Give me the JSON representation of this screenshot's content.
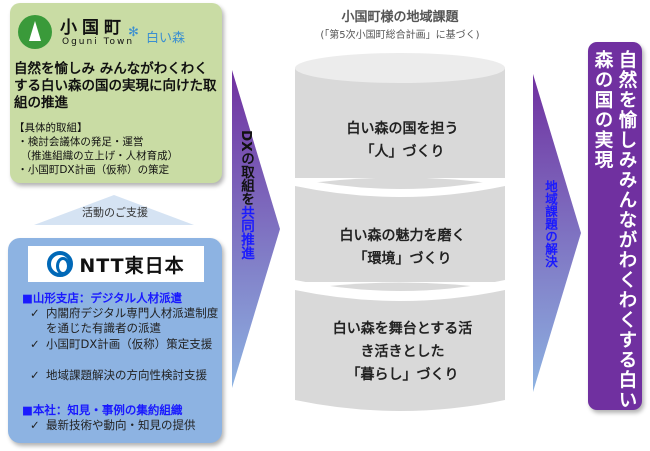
{
  "town": {
    "name": "小国町",
    "name_en": "Oguni Town",
    "brand": "白い森",
    "title": "自然を愉しみ みんながわくわくする白い森の国の実現に向けた取組の推進",
    "detail": "【具体的取組】\n ・検討会議体の発足・運営\n  （推進組織の立上げ・人材育成）\n ・小国町DX計画（仮称）の策定"
  },
  "support_label": "活動のご支援",
  "ntt": {
    "name": "NTT東日本",
    "sections": [
      {
        "title": "■山形支店：デジタル人材派遣",
        "items": [
          "内閣府デジタル専門人材派遣制度を通じた有識者の派遣",
          "小国町DX計画（仮称）策定支援",
          "地域課題解決の方向性検討支援"
        ]
      },
      {
        "title": "■本社：知見・事例の集約組織",
        "items": [
          "最新技術や動向・知見の提供"
        ]
      }
    ]
  },
  "dx_arrow": {
    "text_a": "DXの取組を",
    "text_b": "共同推進"
  },
  "issues": {
    "title": "小国町様の地域課題",
    "subtitle": "(「第5次小国町総合計画」に基づく)",
    "layers": [
      "白い森の国を担う\n「人」づくり",
      "白い森の魅力を磨く\n「環境」づくり",
      "白い森を舞台とする活\nき活きとした\n「暮らし」づくり"
    ]
  },
  "solve_arrow": "地域課題の解決",
  "goal": "自然を愉しみみんながわくわくする白い森の国の実現",
  "colors": {
    "town_bg": "#c9dca4",
    "ntt_bg": "#8db3e2",
    "goal_bg": "#7030a0",
    "accent_blue": "#1a1aff"
  }
}
